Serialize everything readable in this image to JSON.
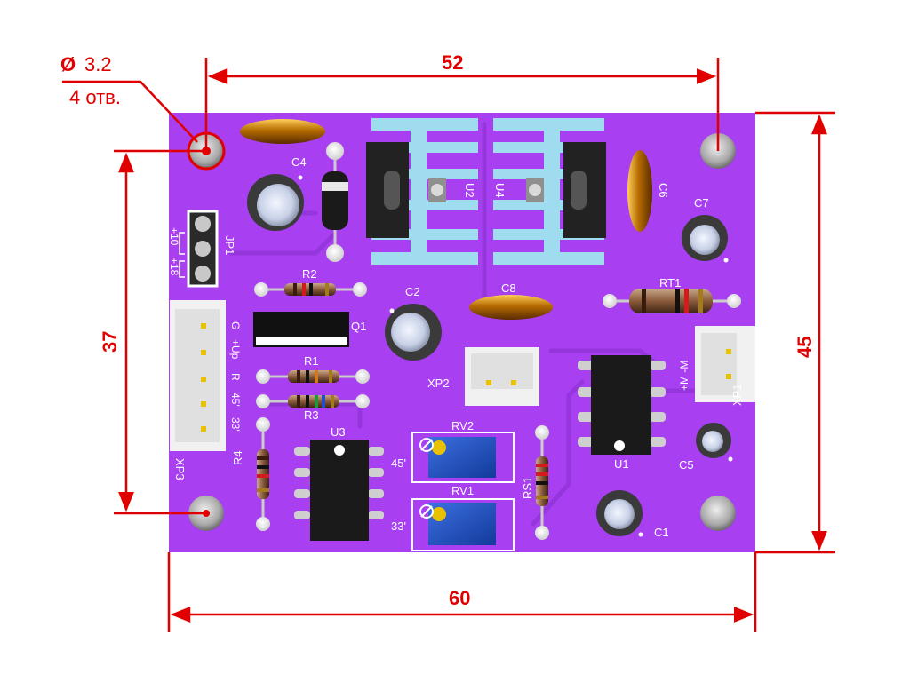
{
  "dimensions": {
    "top_width": "52",
    "bottom_width": "60",
    "left_height": "37",
    "right_height": "45",
    "hole_diameter_symbol": "Ø",
    "hole_diameter_value": "3.2",
    "hole_count_note": "4 отв."
  },
  "components": {
    "C4": "C4",
    "C6": "C6",
    "C7": "C7",
    "C2": "C2",
    "C8": "C8",
    "C5": "C5",
    "C1": "C1",
    "U2": "U2",
    "U4": "U4",
    "U3": "U3",
    "U1": "U1",
    "R2": "R2",
    "R1": "R1",
    "R3": "R3",
    "R4": "R4",
    "RS1": "RS1",
    "RT1": "RT1",
    "Q1": "Q1",
    "JP1": "JP1",
    "XP1": "XP1",
    "XP2": "XP2",
    "XP3": "XP3",
    "RV1": "RV1",
    "RV2": "RV2"
  },
  "silkscreen": {
    "jp1_plus10": "+10",
    "jp1_plus18": "+18",
    "xp3_pins": [
      "G",
      "+Up",
      "R",
      "45'",
      "33'"
    ],
    "xp1_pins": "+M  -M",
    "rv2_label": "45'",
    "rv1_label": "33'"
  },
  "colors": {
    "board": "#a83ff0",
    "dimension": "#e00000",
    "heatsink": "#9fdcf0",
    "trim_pot": "#1c4fbf"
  }
}
